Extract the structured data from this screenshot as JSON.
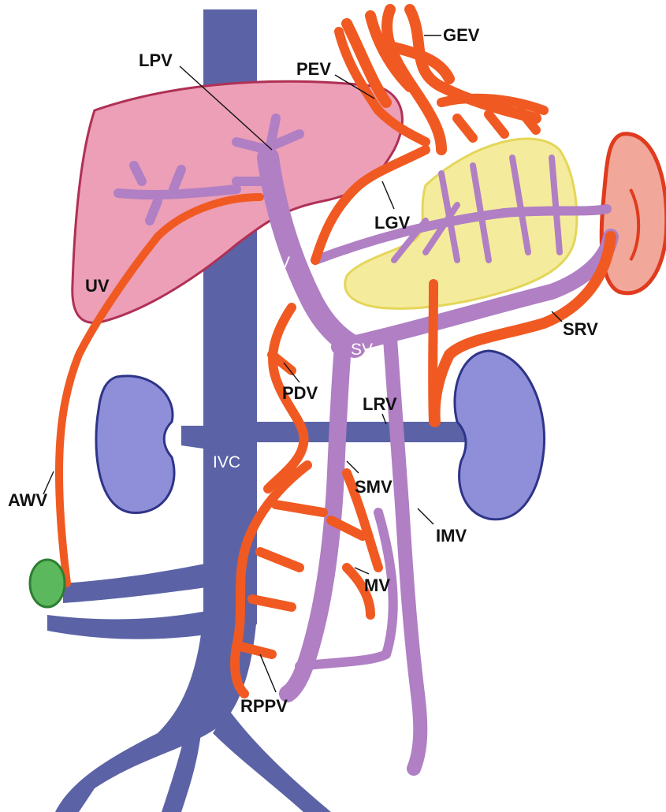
{
  "colors": {
    "ivc": "#5b63a6",
    "portal": "#b07fc4",
    "collateral": "#f05a22",
    "liver": "#ec9fb6",
    "liver_outline": "#b03055",
    "pancreas": "#f4ec9c",
    "pancreas_outline": "#e4d65a",
    "spleen": "#f1a79a",
    "spleen_outline": "#e03b1e",
    "kidney": "#8e8fd8",
    "kidney_outline": "#2e3488",
    "node": "#5cb85c",
    "node_outline": "#2e7d32"
  },
  "labels": {
    "gev": "GEV",
    "pev": "PEV",
    "lpv": "LPV",
    "lgv": "LGV",
    "uv": "UV",
    "pv": "PV",
    "srv": "SRV",
    "sv": "SV",
    "pdv": "PDV",
    "lrv": "LRV",
    "ivc": "IVC",
    "awv": "AWV",
    "smv": "SMV",
    "imv": "IMV",
    "mv": "MV",
    "rppv": "RPPV"
  }
}
